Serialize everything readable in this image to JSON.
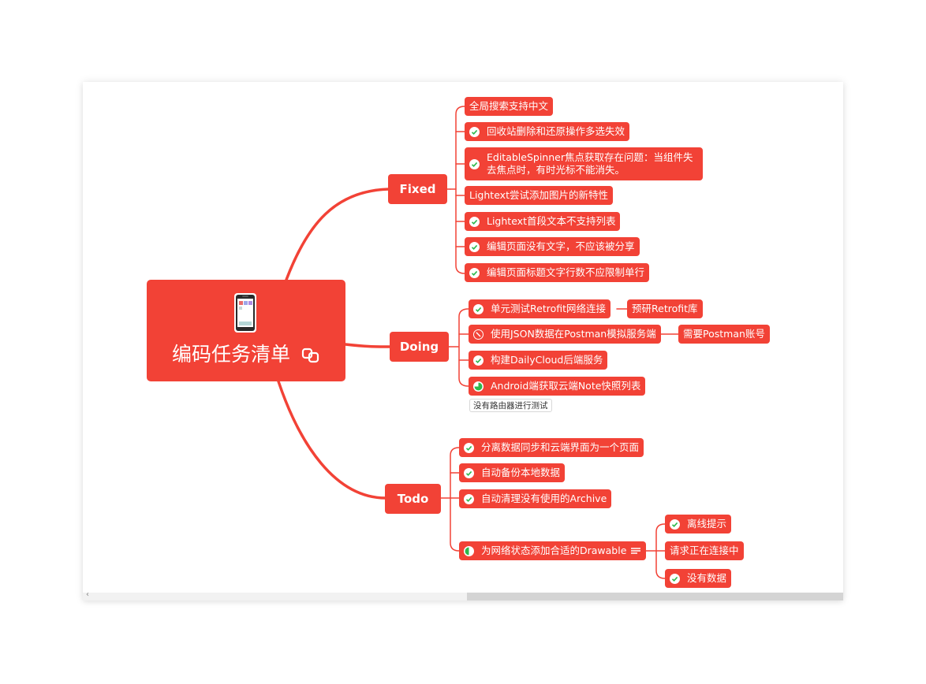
{
  "root": {
    "title": "编码任务清单"
  },
  "branches": {
    "fixed": {
      "label": "Fixed",
      "items": [
        "全局搜索支持中文",
        "回收站删除和还原操作多选失效",
        "EditableSpinner焦点获取存在问题：当组件失去焦点时，有时光标不能消失。",
        "Lightext尝试添加图片的新特性",
        "Lightext首段文本不支持列表",
        "编辑页面没有文字，不应该被分享",
        "编辑页面标题文字行数不应限制单行"
      ]
    },
    "doing": {
      "label": "Doing",
      "items": [
        "单元测试Retrofit网络连接",
        "使用JSON数据在Postman模拟服务端",
        "构建DailyCloud后端服务",
        "Android端获取云端Note快照列表"
      ],
      "sub_items": [
        "预研Retrofit库",
        "需要Postman账号"
      ],
      "note": "没有路由器进行测试"
    },
    "todo": {
      "label": "Todo",
      "items": [
        "分离数据同步和云端界面为一个页面",
        "自动备份本地数据",
        "自动清理没有使用的Archive",
        "为网络状态添加合适的Drawable"
      ],
      "sub_items": [
        "离线提示",
        "请求正在连接中",
        "没有数据"
      ]
    }
  },
  "colors": {
    "accent": "#f24236",
    "check": "#2db84d",
    "background": "#ffffff"
  }
}
